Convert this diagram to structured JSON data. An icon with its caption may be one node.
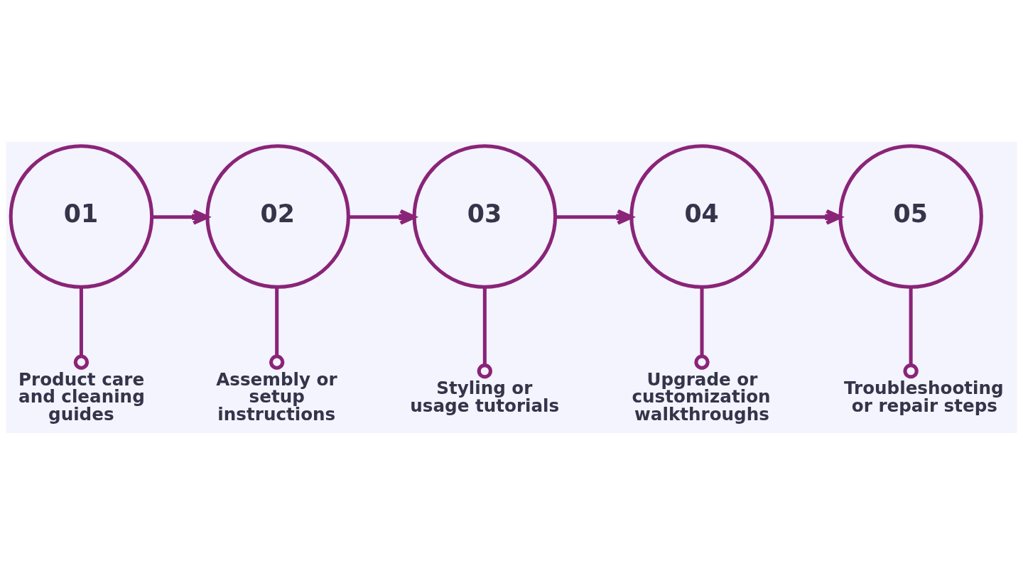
{
  "diagram": {
    "nodes": [
      {
        "text": [
          "01"
        ]
      },
      {
        "text": [
          "02"
        ]
      },
      {
        "text": [
          "03"
        ]
      },
      {
        "text": [
          "04"
        ]
      },
      {
        "text": [
          "05"
        ]
      },
      {
        "text": [
          "Product care and cleaning guides"
        ]
      },
      {
        "text": [
          "Assembly or setup instructions"
        ]
      },
      {
        "text": [
          "Styling or usage tutorials"
        ]
      },
      {
        "text": [
          "Upgrade or customization walkthroughs"
        ]
      },
      {
        "text": [
          "Troubleshooting or repair steps"
        ]
      }
    ],
    "edges": [
      {
        "from": 0,
        "to": 1,
        "arrow": "to"
      },
      {
        "from": 1,
        "to": 2,
        "arrow": "to"
      },
      {
        "from": 2,
        "to": 3,
        "arrow": "to"
      },
      {
        "from": 3,
        "to": 4,
        "arrow": "to"
      },
      {
        "from": 0,
        "to": 5,
        "arrow": "other"
      },
      {
        "from": 1,
        "to": 6,
        "arrow": "other"
      },
      {
        "from": 2,
        "to": 7,
        "arrow": "other"
      },
      {
        "from": 3,
        "to": 8,
        "arrow": "other"
      },
      {
        "from": 4,
        "to": 9,
        "arrow": "other"
      }
    ]
  }
}
